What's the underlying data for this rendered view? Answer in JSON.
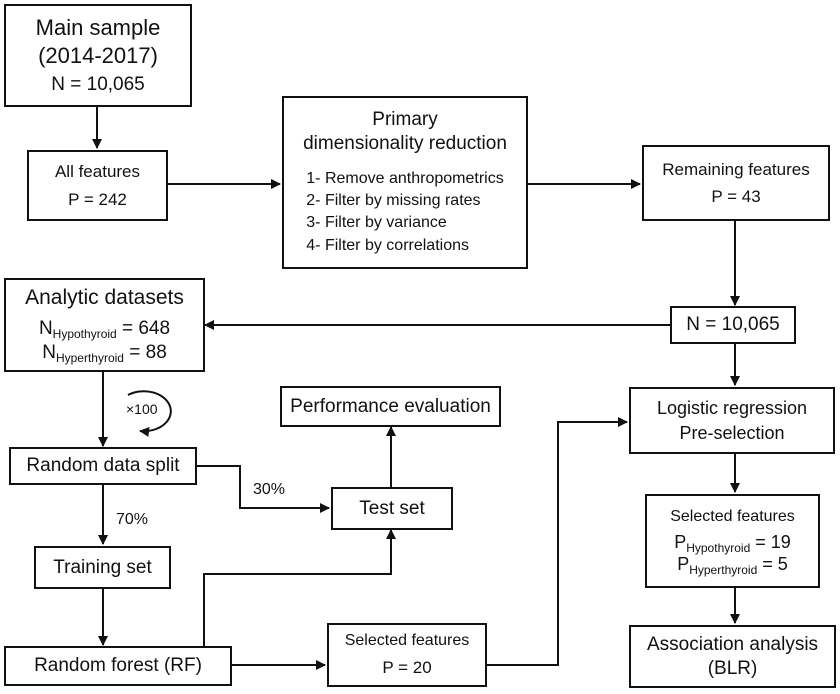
{
  "main_sample": {
    "title": "Main sample",
    "years": "(2014-2017)",
    "n": "N = 10,065"
  },
  "all_features": {
    "title": "All features",
    "p": "P = 242"
  },
  "primary_reduction": {
    "title_line1": "Primary",
    "title_line2": "dimensionality reduction",
    "steps": [
      "1- Remove anthropometrics",
      "2- Filter by missing rates",
      "3- Filter by variance",
      "4- Filter by correlations"
    ]
  },
  "remaining_features": {
    "title": "Remaining features",
    "p": "P = 43"
  },
  "n_box": {
    "text": "N = 10,065"
  },
  "analytic_datasets": {
    "title": "Analytic datasets",
    "hypo_n": "N",
    "hypo_sub": "Hypothyroid",
    "hypo_val": " = 648",
    "hyper_n": "N",
    "hyper_sub": "Hyperthyroid",
    "hyper_val": " = 88"
  },
  "repeat_label": "×100",
  "random_split": {
    "text": "Random data split"
  },
  "split_test_pct": "30%",
  "split_train_pct": "70%",
  "test_set": {
    "text": "Test set"
  },
  "performance": {
    "text": "Performance evaluation"
  },
  "training_set": {
    "text": "Training set"
  },
  "random_forest": {
    "text": "Random forest (RF)"
  },
  "rf_selected": {
    "title": "Selected features",
    "p": "P = 20"
  },
  "logistic": {
    "line1": "Logistic regression",
    "line2": "Pre-selection"
  },
  "lr_selected": {
    "title": "Selected features",
    "hypo_p": "P",
    "hypo_sub": "Hypothyroid",
    "hypo_val": " = 19",
    "hyper_p": "P",
    "hyper_sub": "Hyperthyroid",
    "hyper_val": " = 5"
  },
  "association": {
    "line1": "Association analysis",
    "line2": "(BLR)"
  }
}
